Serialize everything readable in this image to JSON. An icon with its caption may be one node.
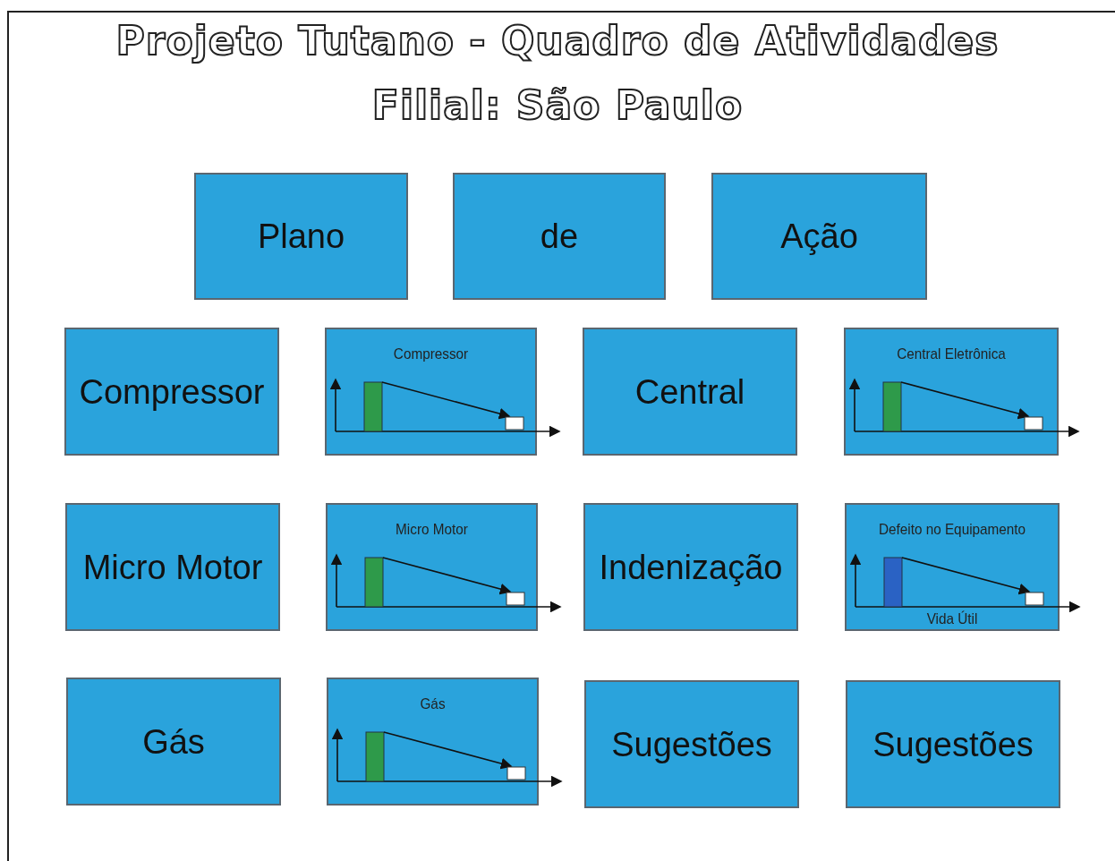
{
  "diagram": {
    "title": "Projeto Tutano - Quadro de Atividades",
    "nodes": [
      {
        "text": [
          "Plano"
        ]
      },
      {
        "text": [
          "de"
        ]
      },
      {
        "text": [
          "Ação"
        ]
      },
      {
        "text": [
          "Compressor"
        ]
      },
      {
        "text": [
          "Compressor"
        ]
      },
      {
        "text": [
          "Central"
        ]
      },
      {
        "text": [
          "Central Eletrônica"
        ]
      },
      {
        "text": [
          "Micro Motor"
        ]
      },
      {
        "text": [
          "Micro Motor"
        ]
      },
      {
        "text": [
          "Indenização"
        ]
      },
      {
        "text": [
          "Defeito no Equipamento",
          "Vida Útil"
        ]
      },
      {
        "text": [
          "Gás"
        ]
      },
      {
        "text": [
          "Gás"
        ]
      },
      {
        "text": [
          "Sugestões"
        ]
      },
      {
        "text": [
          "Sugestões"
        ]
      }
    ],
    "labels": [
      "Filial: São Paulo"
    ]
  }
}
